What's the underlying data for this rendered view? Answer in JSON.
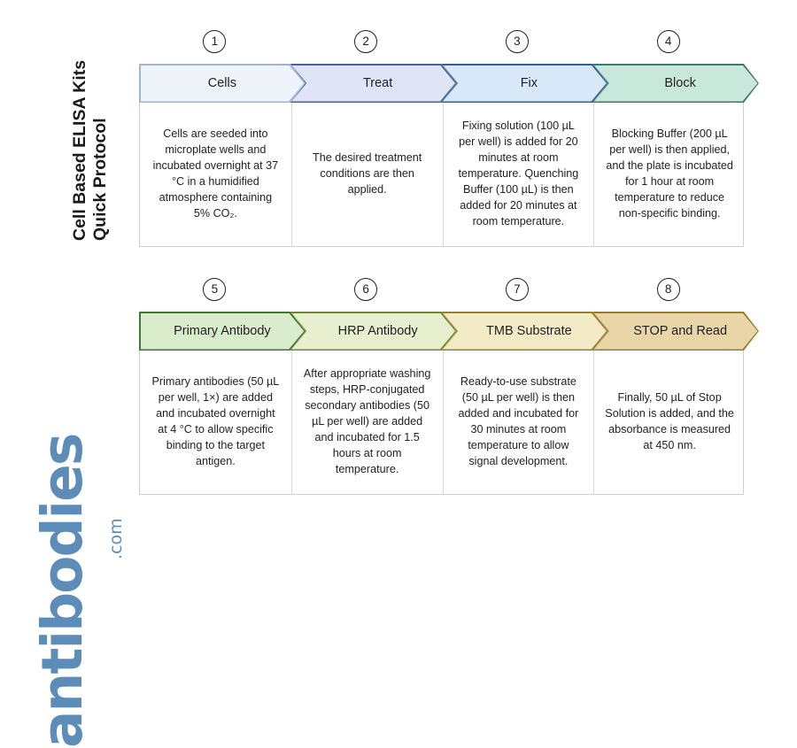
{
  "title": {
    "line1": "Cell Based ELISA Kits",
    "line2": "Quick Protocol"
  },
  "logo": {
    "word": "antibodies",
    "tld": ".com",
    "color": "#5b8db8"
  },
  "rows": [
    {
      "steps": [
        {
          "number": "1",
          "label": "Cells",
          "fill": "#eff4fa",
          "stroke": "#9fb6cf",
          "body": "Cells are seeded into microplate wells and incubated overnight at 37 °C in a humidified atmosphere containing 5% CO₂."
        },
        {
          "number": "2",
          "label": "Treat",
          "fill": "#dfe5f7",
          "stroke": "#41659c",
          "body": "The desired treatment conditions are then applied."
        },
        {
          "number": "3",
          "label": "Fix",
          "fill": "#d9e8f8",
          "stroke": "#2f6492",
          "body": "Fixing solution (100 µL per well) is added for 20 minutes at room temperature. Quenching Buffer (100 µL) is then added for 20 minutes at room temperature."
        },
        {
          "number": "4",
          "label": "Block",
          "fill": "#c9e8dc",
          "stroke": "#3d7a6b",
          "body": "Blocking Buffer (200 µL per well) is then applied, and the plate is incubated for 1 hour at room temperature to reduce non-specific binding."
        }
      ]
    },
    {
      "steps": [
        {
          "number": "5",
          "label": "Primary Antibody",
          "fill": "#d9edcd",
          "stroke": "#3d7a2e",
          "body": "Primary antibodies (50 µL per well, 1×) are added and incubated overnight at 4 °C to allow specific binding to the target antigen."
        },
        {
          "number": "6",
          "label": "HRP Antibody",
          "fill": "#e7efcf",
          "stroke": "#6d8a2e",
          "body": "After appropriate washing steps, HRP-conjugated secondary antibodies (50 µL per well) are added and incubated for 1.5 hours at room temperature."
        },
        {
          "number": "7",
          "label": "TMB Substrate",
          "fill": "#f3eac6",
          "stroke": "#9c7c2e",
          "body": "Ready-to-use substrate (50 µL per well) is then added and incubated for 30 minutes at room temperature to allow signal development."
        },
        {
          "number": "8",
          "label": "STOP and Read",
          "fill": "#e8d5a8",
          "stroke": "#9c7c2e",
          "body": "Finally, 50 µL of Stop Solution is added, and the absorbance is measured at 450 nm."
        }
      ]
    }
  ]
}
